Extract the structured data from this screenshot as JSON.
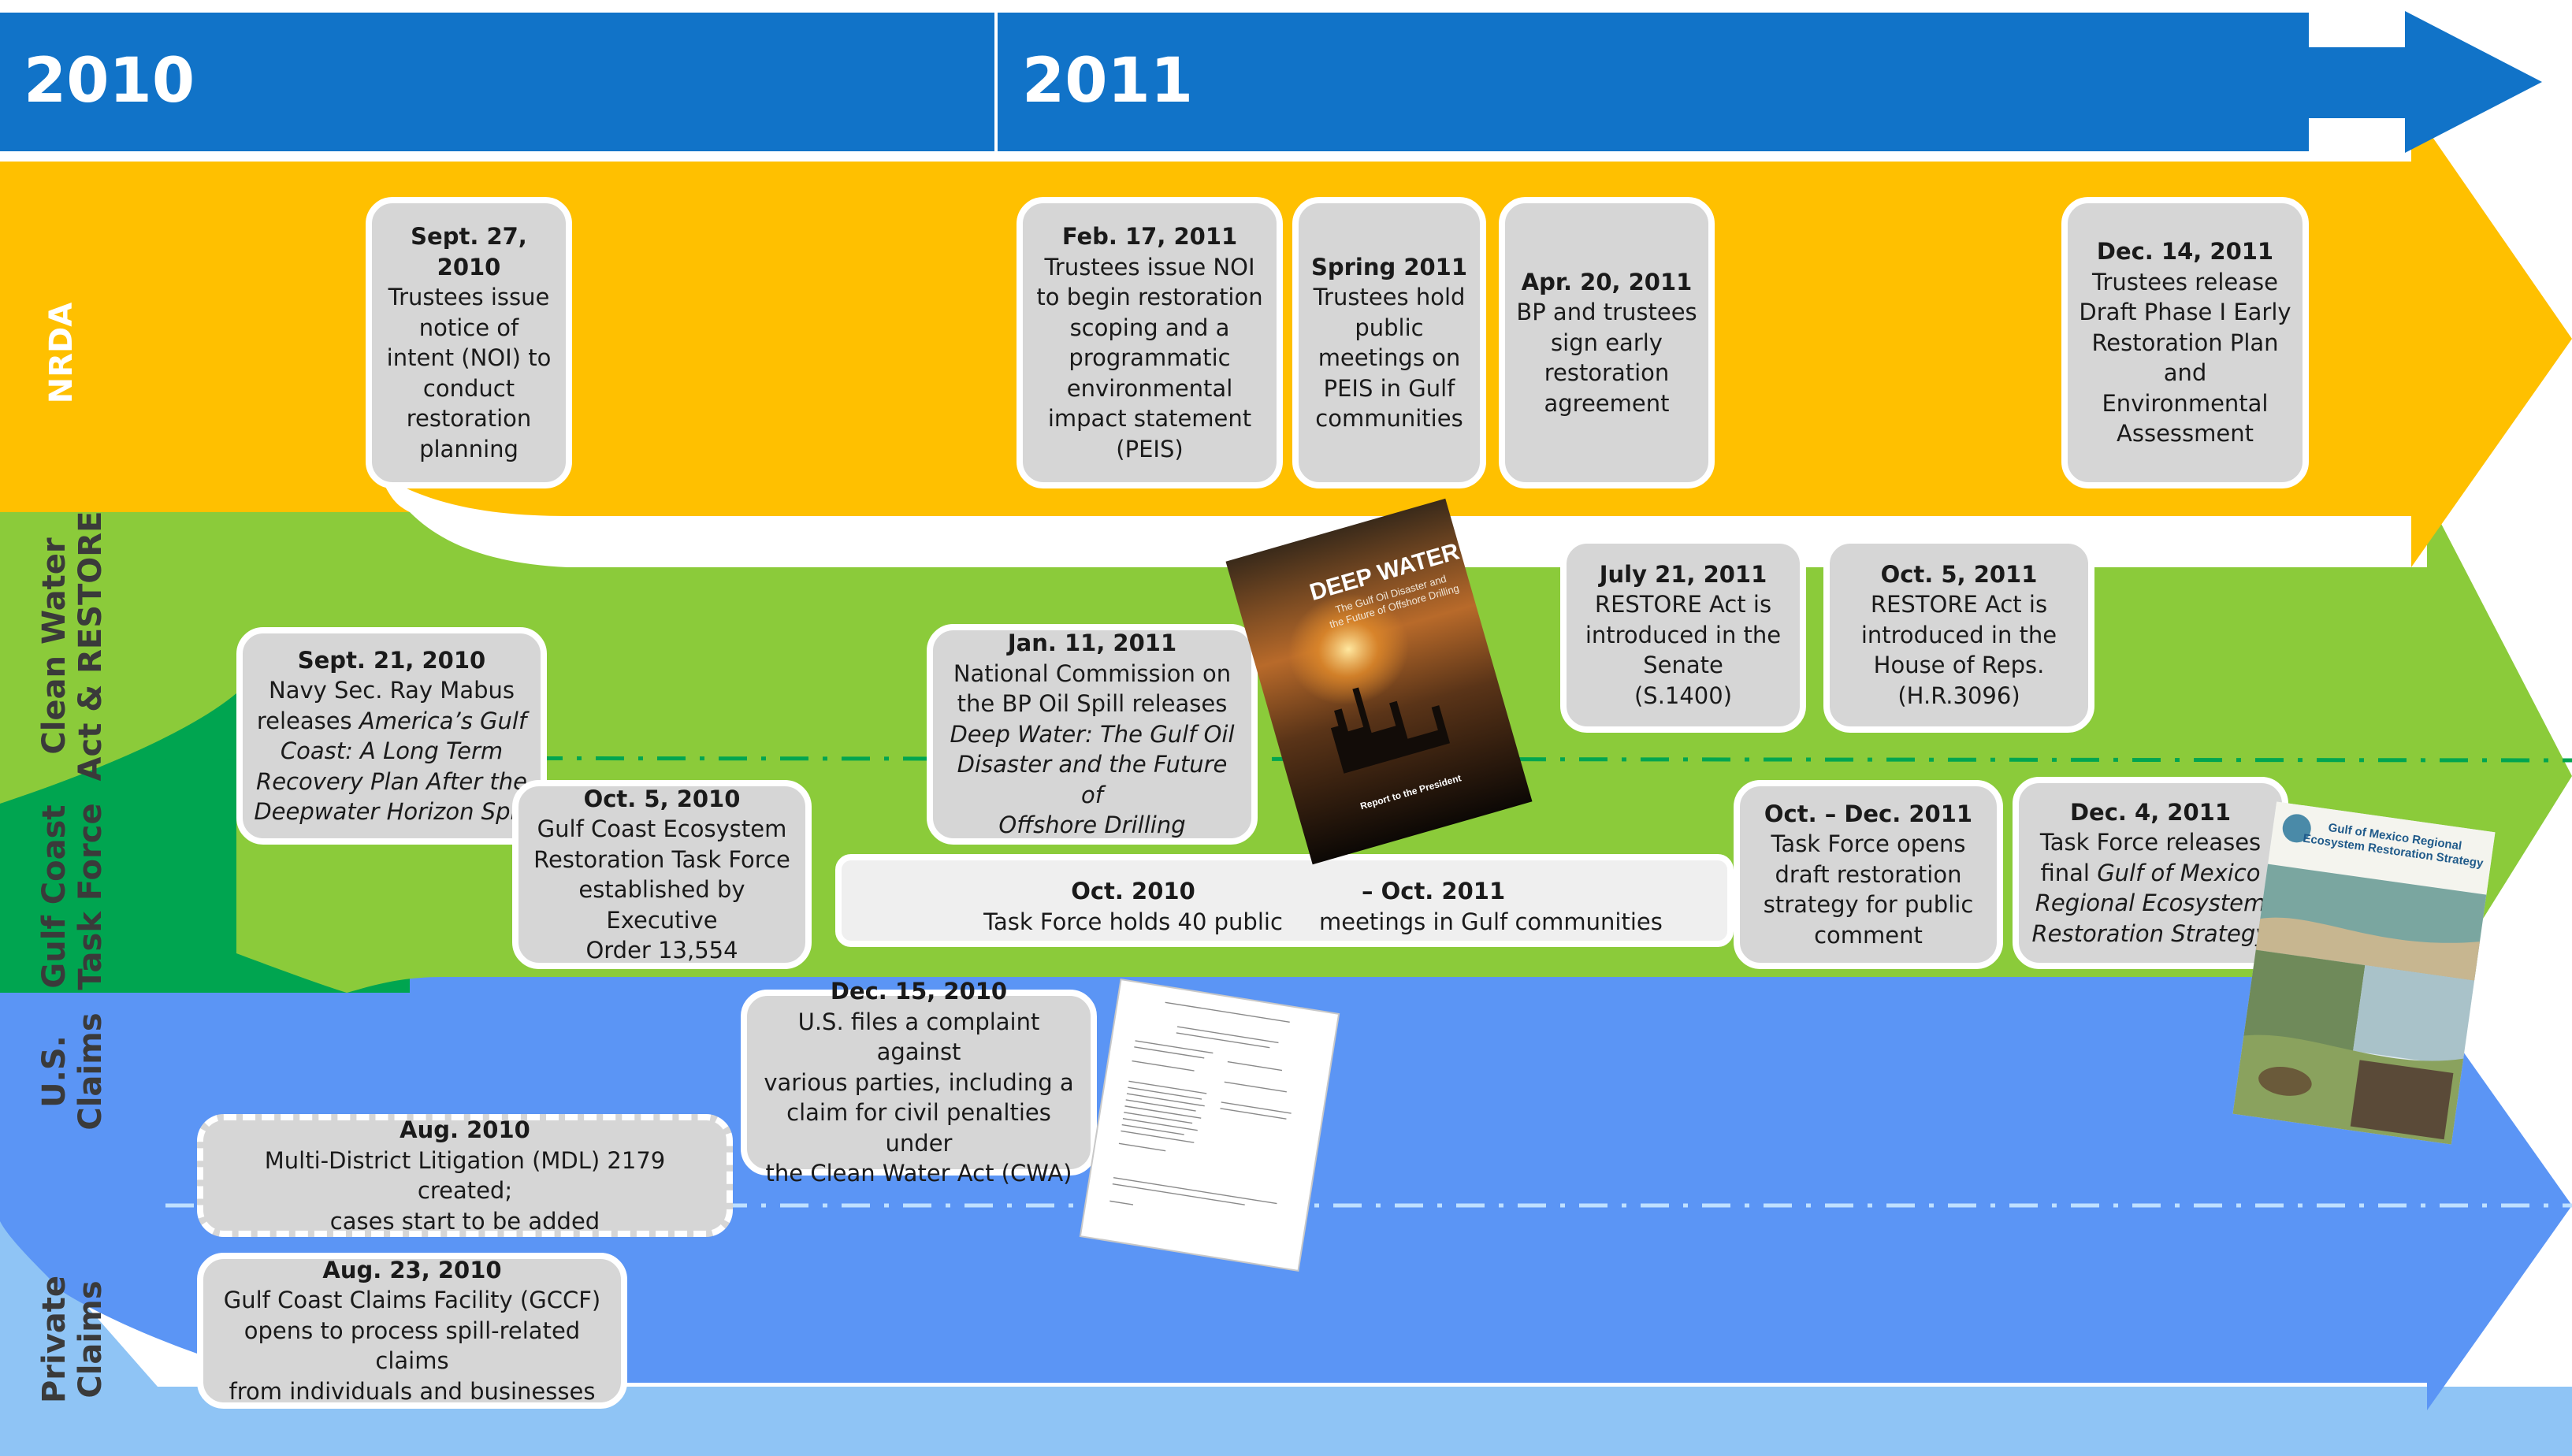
{
  "years": [
    "2010",
    "2011"
  ],
  "lanes": {
    "nrda": "NRDA",
    "clean_water_1": "Clean Water",
    "clean_water_2": "Act & RESTORE",
    "gulf_1": "Gulf Coast",
    "gulf_2": "Task Force",
    "us_1": "U.S.",
    "us_2": "Claims",
    "private_1": "Private",
    "private_2": "Claims"
  },
  "colors": {
    "timeline_blue": "#1173c8",
    "nrda_yellow": "#ffc000",
    "clean_water_green": "#8bcb3a",
    "gulf_green": "#00a550",
    "us_claims_blue": "#5b95f5",
    "private_blue": "#8fc4f5"
  },
  "events": {
    "e1": {
      "date": "Sept. 27, 2010",
      "l1": "Trustees issue",
      "l2": "notice of",
      "l3": "intent (NOI) to",
      "l4": "conduct",
      "l5": "restoration",
      "l6": "planning"
    },
    "e2": {
      "date": "Feb. 17, 2011",
      "l1": "Trustees issue NOI",
      "l2": "to begin restoration",
      "l3": "scoping and a",
      "l4": "programmatic",
      "l5": "environmental",
      "l6": "impact statement",
      "l7": "(PEIS)"
    },
    "e3": {
      "date": "Spring 2011",
      "l1": "Trustees hold",
      "l2": "public",
      "l3": "meetings on",
      "l4": "PEIS in Gulf",
      "l5": "communities"
    },
    "e4": {
      "date": "Apr. 20, 2011",
      "l1": "BP and trustees",
      "l2": "sign early",
      "l3": "restoration",
      "l4": "agreement"
    },
    "e5": {
      "date": "Dec. 14, 2011",
      "l1": "Trustees release",
      "l2": "Draft Phase I Early",
      "l3": "Restoration Plan",
      "l4": "and",
      "l5": "Environmental",
      "l6": "Assessment"
    },
    "e6": {
      "date": "July 21, 2011",
      "l1": "RESTORE Act is",
      "l2": "introduced in the",
      "l3": "Senate",
      "l4": "(S.1400)"
    },
    "e7": {
      "date": "Oct. 5, 2011",
      "l1": "RESTORE Act is",
      "l2": "introduced in the",
      "l3": "House of Reps.",
      "l4": "(H.R.3096)"
    },
    "e8": {
      "date": "Sept. 21, 2010",
      "l1": "Navy Sec. Ray Mabus",
      "l2a": "releases ",
      "l2b": "America’s Gulf",
      "l3": "Coast: A Long Term",
      "l4": "Recovery Plan After the",
      "l5": "Deepwater Horizon Spill"
    },
    "e9": {
      "date": "Jan. 11, 2011",
      "l1": "National Commission on",
      "l2": "the BP Oil Spill releases",
      "l3": "Deep Water: The Gulf Oil",
      "l4": "Disaster and the Future of",
      "l5": "Offshore Drilling"
    },
    "e10": {
      "date": "Oct. 5, 2010",
      "l1": "Gulf Coast Ecosystem",
      "l2": "Restoration Task Force",
      "l3": "established by Executive",
      "l4": "Order 13,554"
    },
    "e11": {
      "date_a": "Oct. 2010",
      "date_b": "– Oct. 2011",
      "text_a": "Task Force holds 40 public",
      "text_b": "meetings in Gulf communities"
    },
    "e12": {
      "date": "Oct. – Dec. 2011",
      "l1": "Task Force opens",
      "l2": "draft restoration",
      "l3": "strategy for public",
      "l4": "comment"
    },
    "e13": {
      "date": "Dec. 4, 2011",
      "l1": "Task Force releases",
      "l2a": "final ",
      "l2b": "Gulf of Mexico",
      "l3": "Regional Ecosystem",
      "l4": "Restoration Strategy"
    },
    "e14": {
      "date": "Dec. 15, 2010",
      "l1": "U.S. files a complaint against",
      "l2": "various parties, including a",
      "l3": "claim for civil penalties under",
      "l4": "the Clean Water Act (CWA)"
    },
    "e15": {
      "date": "Aug. 2010",
      "l1": "Multi-District Litigation (MDL) 2179 created;",
      "l2": "cases start to be added"
    },
    "e16": {
      "date": "Aug. 23, 2010",
      "l1": "Gulf Coast Claims Facility (GCCF)",
      "l2": "opens to process spill-related claims",
      "l3": "from individuals and businesses"
    }
  },
  "covers": {
    "deep_water": {
      "title": "DEEP WATER",
      "subtitle_1": "The Gulf Oil Disaster and",
      "subtitle_2": "the Future of Offshore Drilling",
      "footer": "Report to the President"
    },
    "gulf_strategy": {
      "title_1": "Gulf of Mexico Regional",
      "title_2": "Ecosystem Restoration Strategy"
    }
  }
}
